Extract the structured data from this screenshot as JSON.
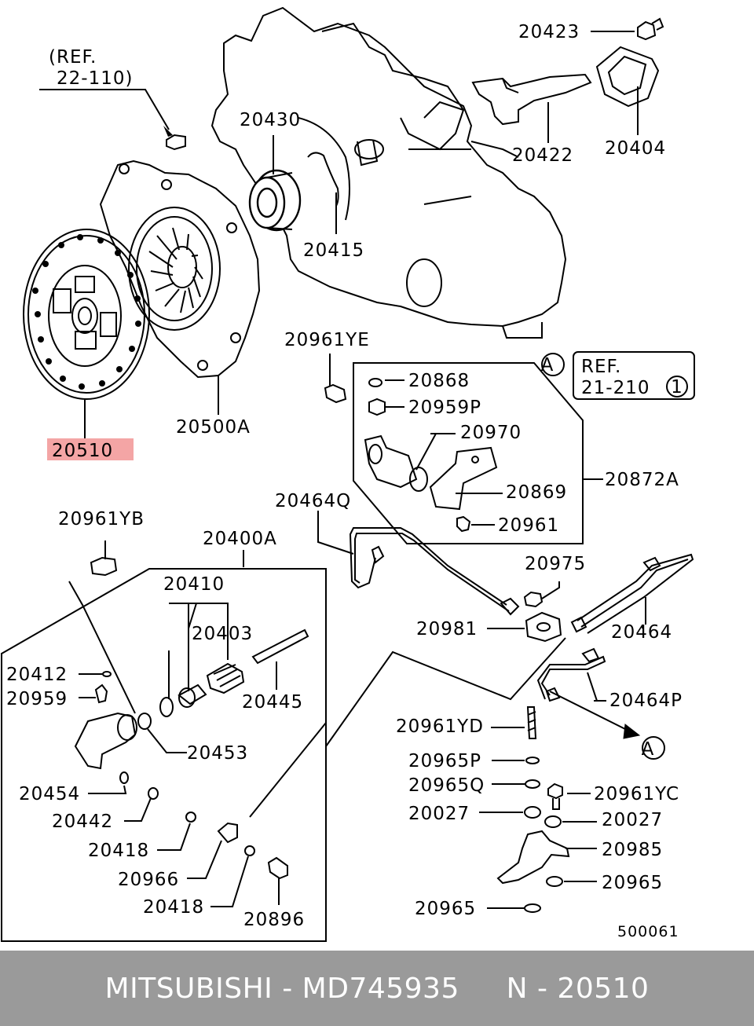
{
  "ref_notes": {
    "ref1_line1": "(REF.",
    "ref1_line2": "22-110)",
    "ref2_line1": "REF.",
    "ref2_line2": "21-210",
    "ref2_circle": "1",
    "marker_a": "A"
  },
  "parts": {
    "p20423": "20423",
    "p20430": "20430",
    "p20422": "20422",
    "p20404": "20404",
    "p20415": "20415",
    "p20961YE": "20961YE",
    "p20868": "20868",
    "p20959P": "20959P",
    "p20970": "20970",
    "p20869": "20869",
    "p20872A": "20872A",
    "p20961_a": "20961",
    "p20510": "20510",
    "p20500A": "20500A",
    "p20464Q": "20464Q",
    "p20961YB": "20961YB",
    "p20400A": "20400A",
    "p20975": "20975",
    "p20410": "20410",
    "p20403": "20403",
    "p20981": "20981",
    "p20464": "20464",
    "p20412": "20412",
    "p20959": "20959",
    "p20445": "20445",
    "p20464P": "20464P",
    "p20453": "20453",
    "p20961YD": "20961YD",
    "p20965P": "20965P",
    "p20965Q": "20965Q",
    "p20454": "20454",
    "p20961YC": "20961YC",
    "p20027_a": "20027",
    "p20027_b": "20027",
    "p20442": "20442",
    "p20418_a": "20418",
    "p20985": "20985",
    "p20966": "20966",
    "p20965_a": "20965",
    "p20418_b": "20418",
    "p20896": "20896",
    "p20965_b": "20965"
  },
  "diagram_code": "500061",
  "highlight_color": "#f4a5a5",
  "footer": {
    "brand": "MITSUBISHI",
    "sep1": " - ",
    "part_number": "MD745935",
    "spacer": "     ",
    "ref_prefix": "N",
    "sep2": " - ",
    "ref_number": "20510",
    "background": "#9a9a9a"
  }
}
